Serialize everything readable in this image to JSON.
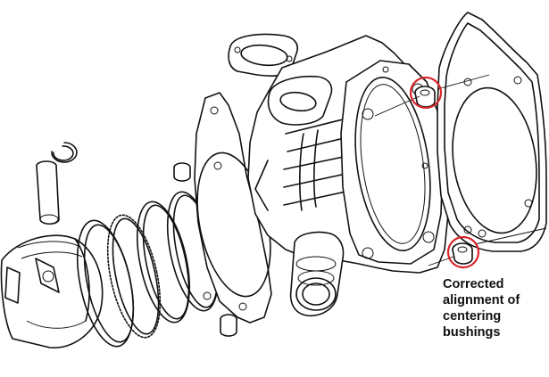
{
  "annotation": {
    "lines": [
      "Corrected",
      "alignment of",
      "centering",
      "bushings"
    ]
  },
  "colors": {
    "highlight": "#d9262b",
    "line": "#111111",
    "background": "#ffffff"
  }
}
